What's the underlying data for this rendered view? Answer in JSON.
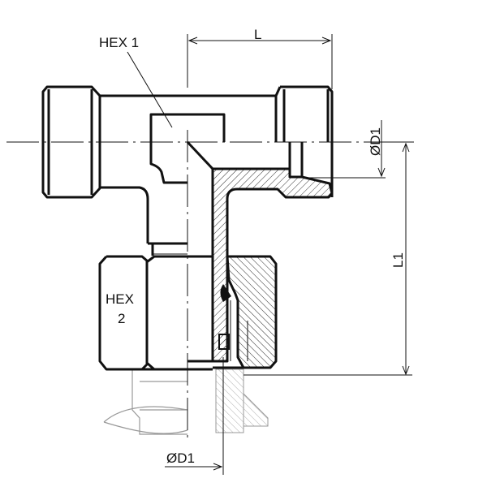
{
  "drawing": {
    "labels": {
      "hex1": "HEX 1",
      "hex2_line1": "HEX",
      "hex2_line2": "2",
      "length": "L",
      "length1": "L1",
      "diameter_right": "ØD1",
      "diameter_bottom": "ØD1"
    },
    "colors": {
      "line": "#111111",
      "hatch": "#333333",
      "ghost": "#999999"
    }
  }
}
